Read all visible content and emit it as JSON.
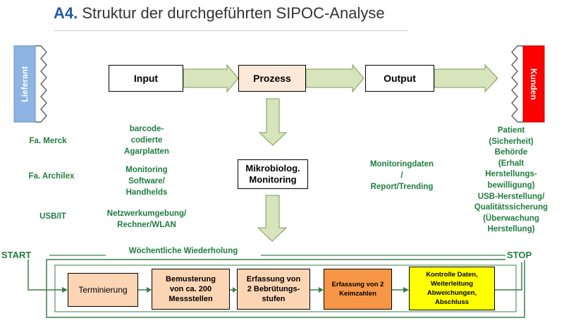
{
  "title": {
    "number": "A4.",
    "text": "Struktur der durchgeführten SIPOC-Analyse"
  },
  "supplier_label": "Lieferant",
  "customer_label": "Kunden",
  "sipoc": {
    "input": "Input",
    "process": "Prozess",
    "output": "Output"
  },
  "monitoring": {
    "line1": "Mikrobiolog.",
    "line2": "Monitoring"
  },
  "suppliers": [
    "Fa. Merck",
    "Fa. Archilex",
    "USB/IT"
  ],
  "inputs": [
    "barcode-",
    "codierte",
    "Agarplatten",
    "Monitoring",
    "Software/",
    "Handhelds",
    "Netzwerkumgebung/",
    "Rechner/WLAN"
  ],
  "outputs": [
    "Monitoringdaten",
    "/",
    "Report/Trending"
  ],
  "customers": [
    "Patient",
    "(Sicherheit)",
    "Behörde",
    "(Erhalt",
    "Herstellungs-",
    "bewilligung)",
    "USB-Herstellung/",
    "Qualitätssicherung",
    "(Überwachung",
    "Herstellung)"
  ],
  "flow": {
    "start": "START",
    "stop": "STOP",
    "weekly": "Wöchentliche Wiederholung",
    "steps": [
      {
        "line1": "Terminierung",
        "line2": ""
      },
      {
        "line1": "Bemusterung",
        "line2": "von ca. 200",
        "line3": "Messstellen"
      },
      {
        "line1": "Erfassung von",
        "line2": "2 Bebrütungs-",
        "line3": "stufen"
      },
      {
        "line1": "Erfassung von 2",
        "line2": "Keimzahlen"
      },
      {
        "line1": "Kontrolle Daten,",
        "line2": "Weiterleitung",
        "line3": "Abweichungen,",
        "line4": "Abschluss"
      }
    ]
  },
  "colors": {
    "title_accent": "#1f5aa6",
    "supplier_fill": "#8eb4e3",
    "customer_fill": "#ff0000",
    "arrow_fill": "#d8e4bc",
    "process_fill": "#fde9d9",
    "step_light": "#fcd5b4",
    "step_orange": "#f79646",
    "step_yellow": "#ffff00",
    "green_text": "#1f7d3e"
  }
}
